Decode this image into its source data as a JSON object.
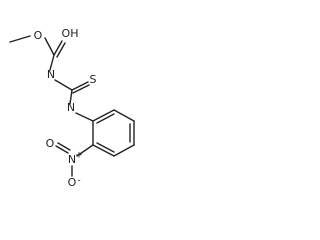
{
  "structure": {
    "atom_labels": {
      "hydroxyl_o": "OH",
      "ester_o": "O",
      "carbamate_n": "N",
      "thio_s": "S",
      "thioamide_n": "N",
      "nitro_n": "N",
      "nitro_charge": "+",
      "nitro_o": "O",
      "oxide_charge": "-"
    },
    "colors": {
      "bond": "#222222",
      "label": "#222222",
      "background": "#ffffff"
    }
  }
}
